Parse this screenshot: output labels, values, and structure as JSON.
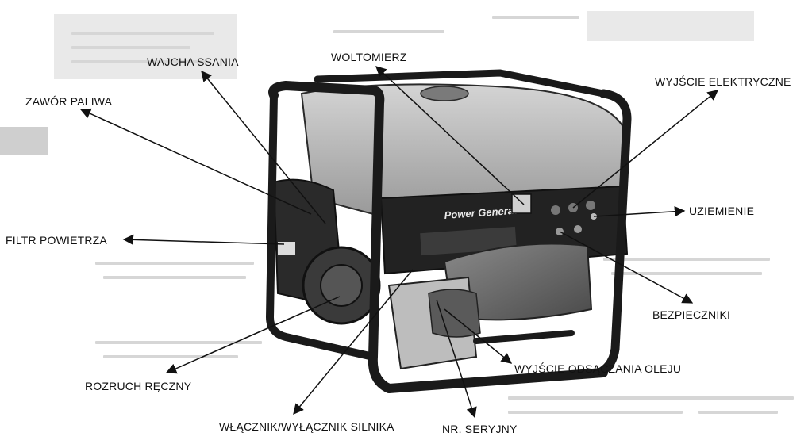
{
  "labels": {
    "wajcha_ssania": "WAJCHA SSANIA",
    "woltomierz": "WOLTOMIERZ",
    "wyjscie_elektryczne": "WYJŚCIE ELEKTRYCZNE",
    "zawor_paliwa": "ZAWÓR PALIWA",
    "uziemienie": "UZIEMIENIE",
    "filtr_powietrza": "FILTR POWIETRZA",
    "bezpieczniki": "BEZPIECZNIKI",
    "wyjscie_odsaczania_oleju": "WYJŚCIE ODSĄCZANIA OLEJU",
    "rozruch_reczny": "ROZRUCH RĘCZNY",
    "wlacznik_silnika": "WŁĄCZNIK/WYŁĄCZNIK SILNIKA",
    "nr_seryjny": "NR. SERYJNY"
  },
  "generator_panel": {
    "brand": "Power Generator"
  },
  "colors": {
    "frame": "#1a1a1a",
    "tank": "#b9b9b9",
    "panel": "#222222",
    "engine": "#6e6e6e",
    "arrow": "#111111"
  }
}
